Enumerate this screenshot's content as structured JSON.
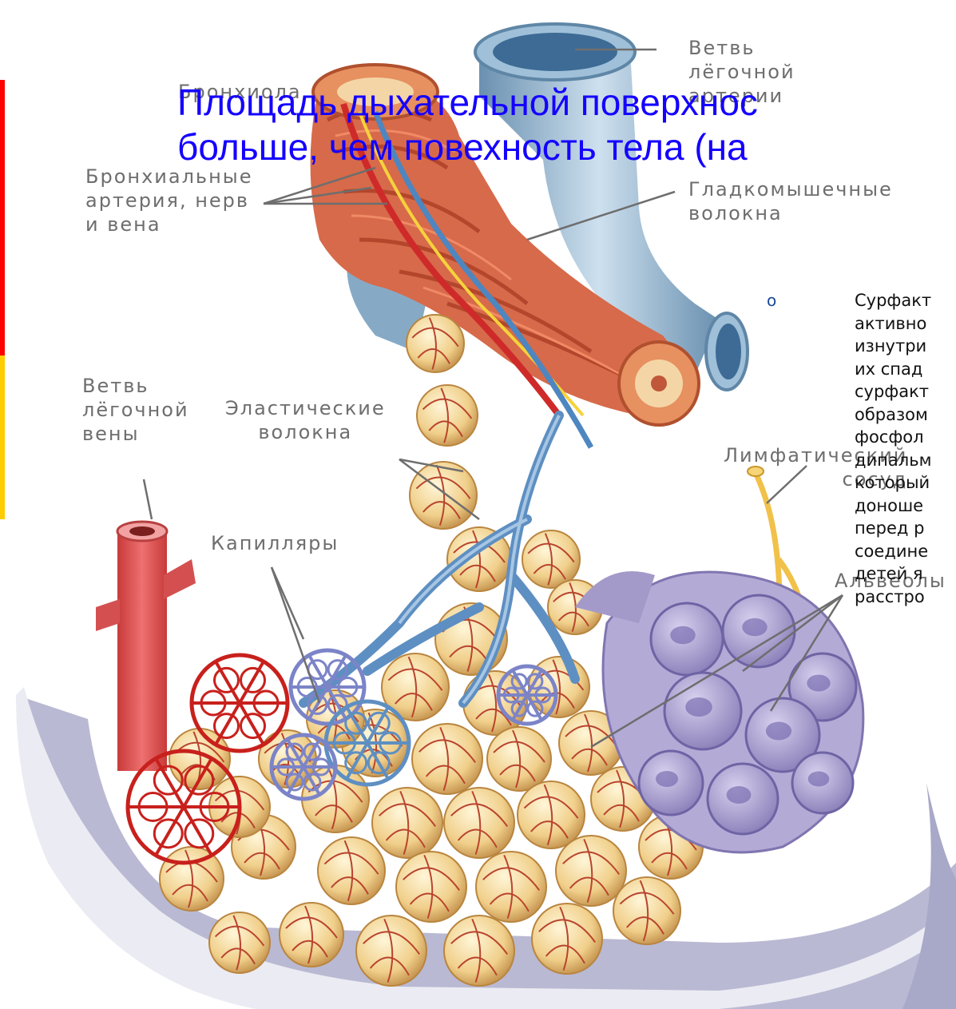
{
  "slide": {
    "title_line1": "Площадь дыхательной поверхнос",
    "title_line2": "больше, чем повехность тела (на",
    "bullet_marker": "o",
    "bullet_text": "Сурфакт\nактивно\nизнутри\nих спад\nсурфакт\nобразом\nфосфол\nдипальм\nкоторый\nдоноше\nперед р\nсоедине\nдетей я\nрасстро",
    "accent_colors": {
      "top": "#ff0000",
      "bottom": "#ffcc00"
    }
  },
  "diagram": {
    "labels": {
      "pulmonary_artery_branch": "Ветвь\nлёгочной\nартерии",
      "bronchiole": "Бронхиола",
      "bronchial_vessels": "Бронхиальные\nартерия, нерв\nи вена",
      "smooth_muscle": "Гладкомышечные\nволокна",
      "pulmonary_vein_branch": "Ветвь\nлёгочной\nвены",
      "elastic_fibers": "Эластические\nволокна",
      "lymphatic_vessel": "Лимфатический\nсосуд",
      "capillaries": "Капилляры",
      "alveoli": "Альвеолы"
    }
  }
}
